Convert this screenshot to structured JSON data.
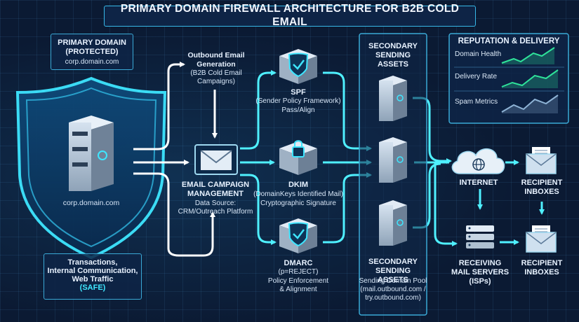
{
  "title": "PRIMARY DOMAIN FIREWALL ARCHITECTURE FOR B2B COLD EMAIL",
  "primary": {
    "label_line1": "PRIMARY DOMAIN",
    "label_line2": "(PROTECTED)",
    "domain_top": "corp.domain.com",
    "domain_shield": "corp.domain.com",
    "traffic_line1": "Transactions,",
    "traffic_line2": "Internal Communication,",
    "traffic_line3": "Web Traffic",
    "safe": "(SAFE)"
  },
  "outbound": {
    "line1": "Outbound Email",
    "line2": "Generation",
    "line3": "(B2B Cold Email",
    "line4": "Campaigns)"
  },
  "campaign": {
    "line1": "EMAIL CAMPAIGN",
    "line2": "MANAGEMENT",
    "line3": "Data Source:",
    "line4": "CRM/Outreach Platform"
  },
  "spf": {
    "name": "SPF",
    "line1": "(Sender Policy Framework)",
    "line2": "Pass/Align"
  },
  "dkim": {
    "name": "DKIM",
    "line1": "(DomainKeys Identified Mail)",
    "line2": "Cryptographic Signature"
  },
  "dmarc": {
    "name": "DMARC",
    "line1": "(p=REJECT)",
    "line2": "Policy Enforcement",
    "line3": "& Alignment"
  },
  "secondary_top": {
    "line1": "SECONDARY",
    "line2": "SENDING ASSETS"
  },
  "secondary_bottom": {
    "line1": "SECONDARY",
    "line2": "SENDING ASSETS",
    "line3": "Sending Domain Pool",
    "line4": "(mail.outbound.com /",
    "line5": "try.outbound.com)"
  },
  "reputation": {
    "title": "REPUTATION & DELIVERY",
    "rows": [
      "Domain Health",
      "Delivery Rate",
      "Spam Metrics"
    ]
  },
  "internet": "INTERNET",
  "recipient_top": {
    "line1": "RECIPIENT",
    "line2": "INBOXES"
  },
  "receiving": {
    "line1": "RECEIVING",
    "line2": "MAIL SERVERS",
    "line3": "(ISPs)"
  },
  "recipient_bottom": {
    "line1": "RECIPIENT",
    "line2": "INBOXES"
  },
  "colors": {
    "background": "#0b1a33",
    "accent": "#3fe8ff",
    "arrow": "#4ff0ff",
    "white_arrow": "#ffffff",
    "trend": "#2fe39a"
  }
}
